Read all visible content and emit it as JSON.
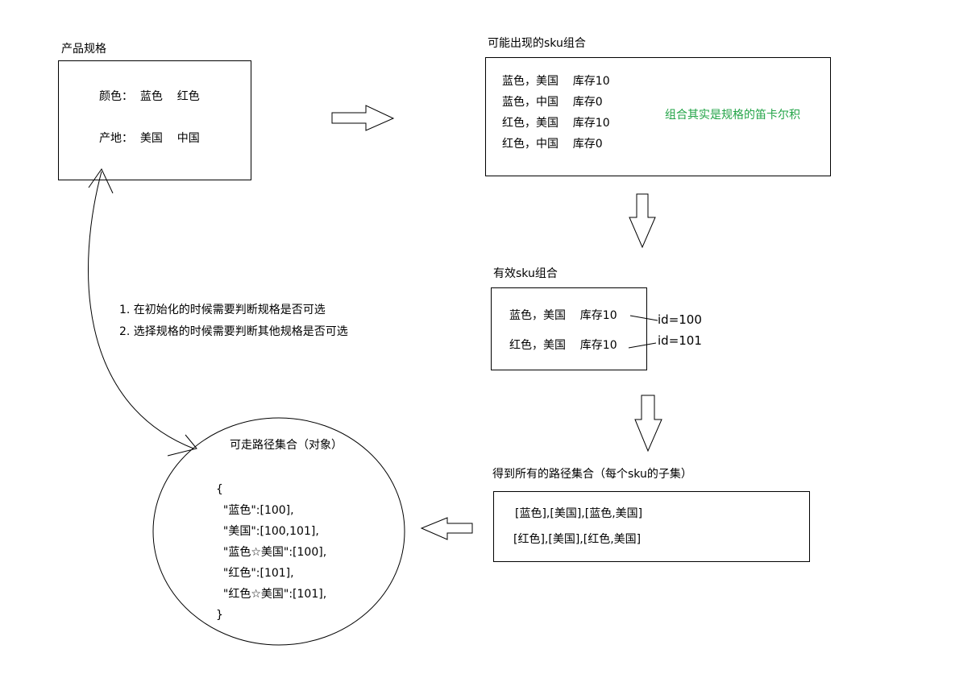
{
  "spec": {
    "title": "产品规格",
    "color_row": "颜色：  蓝色    红色",
    "origin_row": "产地：  美国    中国"
  },
  "possible": {
    "title": "可能出现的sku组合",
    "rows": [
      "蓝色，美国    库存10",
      "蓝色，中国    库存0",
      "红色，美国    库存10",
      "红色，中国    库存0"
    ],
    "note": "组合其实是规格的笛卡尔积"
  },
  "valid": {
    "title": "有效sku组合",
    "rows": [
      "蓝色，美国    库存10",
      "红色，美国    库存10"
    ],
    "ids": [
      "id=100",
      "id=101"
    ]
  },
  "paths": {
    "title": "得到所有的路径集合（每个sku的子集）",
    "rows": [
      "[蓝色],[美国],[蓝色,美国]",
      "[红色],[美国],[红色,美国]"
    ]
  },
  "notes": [
    "1. 在初始化的时候需要判断规格是否可选",
    "2. 选择规格的时候需要判断其他规格是否可选"
  ],
  "object": {
    "title": "可走路径集合（对象）",
    "lines": [
      "{",
      "  \"蓝色\":[100],",
      "  \"美国\":[100,101],",
      "  \"蓝色☆美国\":[100],",
      "  \"红色\":[101],",
      "  \"红色☆美国\":[101],",
      "}"
    ]
  },
  "colors": {
    "note_green": "#22a447",
    "stroke": "#000000"
  }
}
